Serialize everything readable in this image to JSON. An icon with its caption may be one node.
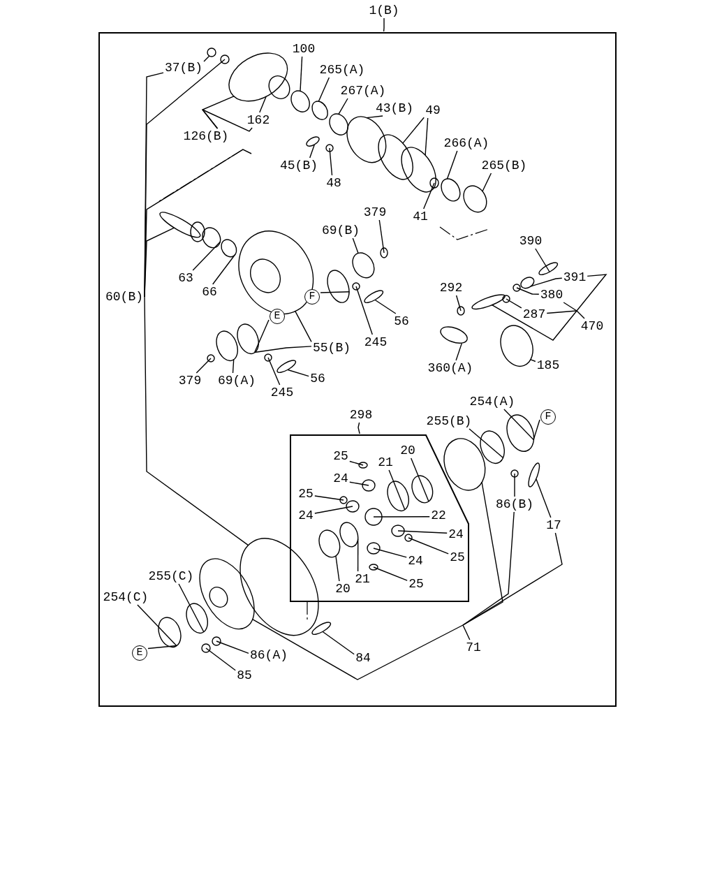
{
  "diagram": {
    "nodes": [
      {
        "text": [
          "1(B)"
        ]
      },
      {
        "text": [],
        "shape": "box"
      },
      {
        "text": [
          "37(B)"
        ],
        "in": 1
      },
      {
        "text": [
          "100"
        ],
        "in": 1
      },
      {
        "text": [
          "265(A)"
        ],
        "in": 1
      },
      {
        "text": [
          "267(A)"
        ],
        "in": 1
      },
      {
        "text": [
          "43(B)"
        ],
        "in": 1
      },
      {
        "text": [
          "49"
        ],
        "in": 1
      },
      {
        "text": [
          "126(B)"
        ],
        "in": 1
      },
      {
        "text": [
          "162"
        ],
        "in": 1
      },
      {
        "text": [
          "45(B)"
        ],
        "in": 1
      },
      {
        "text": [
          "48"
        ],
        "in": 1
      },
      {
        "text": [
          "266(A)"
        ],
        "in": 1
      },
      {
        "text": [
          "265(B)"
        ],
        "in": 1
      },
      {
        "text": [
          "41"
        ],
        "in": 1
      },
      {
        "text": [
          "379"
        ],
        "in": 1
      },
      {
        "text": [
          "69(B)"
        ],
        "in": 1
      },
      {
        "text": [
          "60(B)"
        ],
        "in": 1
      },
      {
        "text": [
          "63"
        ],
        "in": 1
      },
      {
        "text": [
          "66"
        ],
        "in": 1
      },
      {
        "text": [
          "F"
        ],
        "in": 1
      },
      {
        "text": [
          "55(B)"
        ],
        "in": 1
      },
      {
        "text": [
          "245"
        ],
        "in": 1
      },
      {
        "text": [
          "56"
        ],
        "in": 1
      },
      {
        "text": [
          "E"
        ],
        "in": 1
      },
      {
        "text": [
          "379"
        ],
        "in": 1
      },
      {
        "text": [
          "69(A)"
        ],
        "in": 1
      },
      {
        "text": [
          "245"
        ],
        "in": 1
      },
      {
        "text": [
          "56"
        ],
        "in": 1
      },
      {
        "text": [
          "390"
        ],
        "in": 1
      },
      {
        "text": [
          "391"
        ],
        "in": 1
      },
      {
        "text": [
          "380"
        ],
        "in": 1
      },
      {
        "text": [
          "287"
        ],
        "in": 1
      },
      {
        "text": [
          "470"
        ],
        "in": 1
      },
      {
        "text": [
          "292"
        ],
        "in": 1
      },
      {
        "text": [
          "360(A)"
        ],
        "in": 1
      },
      {
        "text": [
          "185"
        ],
        "in": 1
      },
      {
        "text": [
          "298"
        ],
        "in": 1
      },
      {
        "text": [],
        "shape": "box",
        "in": 1
      },
      {
        "text": [
          "25"
        ],
        "in": 38
      },
      {
        "text": [
          "24"
        ],
        "in": 38
      },
      {
        "text": [
          "21"
        ],
        "in": 38
      },
      {
        "text": [
          "20"
        ],
        "in": 38
      },
      {
        "text": [
          "25"
        ],
        "in": 38
      },
      {
        "text": [
          "24"
        ],
        "in": 38
      },
      {
        "text": [
          "22"
        ],
        "in": 38
      },
      {
        "text": [
          "24"
        ],
        "in": 38
      },
      {
        "text": [
          "25"
        ],
        "in": 38
      },
      {
        "text": [
          "24"
        ],
        "in": 38
      },
      {
        "text": [
          "25"
        ],
        "in": 38
      },
      {
        "text": [
          "20"
        ],
        "in": 38
      },
      {
        "text": [
          "21"
        ],
        "in": 38
      },
      {
        "text": [
          "254(A)"
        ],
        "in": 1
      },
      {
        "text": [
          "F"
        ],
        "in": 1
      },
      {
        "text": [
          "255(B)"
        ],
        "in": 1
      },
      {
        "text": [
          "86(B)"
        ],
        "in": 1
      },
      {
        "text": [
          "17"
        ],
        "in": 1
      },
      {
        "text": [
          "254(C)"
        ],
        "in": 1
      },
      {
        "text": [
          "255(C)"
        ],
        "in": 1
      },
      {
        "text": [
          "E"
        ],
        "in": 1
      },
      {
        "text": [
          "86(A)"
        ],
        "in": 1
      },
      {
        "text": [
          "85"
        ],
        "in": 1
      },
      {
        "text": [
          "84"
        ],
        "in": 1
      },
      {
        "text": [
          "71"
        ],
        "in": 1
      },
      {
        "text": [],
        "shape": "circle",
        "in": 1
      },
      {
        "text": [],
        "shape": "circle",
        "in": 1
      },
      {
        "text": [],
        "shape": "circle",
        "in": 1
      },
      {
        "text": [],
        "shape": "circle",
        "in": 1
      },
      {
        "text": [],
        "shape": "circle",
        "in": 1
      },
      {
        "text": [],
        "shape": "circle",
        "in": 1
      },
      {
        "text": [],
        "shape": "circle",
        "in": 1
      },
      {
        "text": [],
        "shape": "circle",
        "in": 1
      },
      {
        "text": [],
        "shape": "circle",
        "in": 1
      },
      {
        "text": [],
        "shape": "circle",
        "in": 1
      },
      {
        "text": [],
        "shape": "circle",
        "in": 1
      },
      {
        "text": [],
        "shape": "circle",
        "in": 1
      },
      {
        "text": [],
        "shape": "circle",
        "in": 1
      },
      {
        "text": [],
        "shape": "circle",
        "in": 1
      },
      {
        "text": [],
        "shape": "circle",
        "in": 1
      },
      {
        "text": [],
        "shape": "circle",
        "in": 1
      },
      {
        "text": [],
        "shape": "circle",
        "in": 1
      },
      {
        "text": [],
        "shape": "circle",
        "in": 1
      },
      {
        "text": [],
        "shape": "circle",
        "in": 1
      },
      {
        "text": [],
        "shape": "circle",
        "in": 1
      },
      {
        "text": [],
        "shape": "circle",
        "in": 1
      },
      {
        "text": [],
        "shape": "circle",
        "in": 1
      },
      {
        "text": [],
        "shape": "circle",
        "in": 1
      },
      {
        "text": [],
        "shape": "circle",
        "in": 1
      },
      {
        "text": [],
        "shape": "circle",
        "in": 1
      },
      {
        "text": [],
        "shape": "circle",
        "in": 1
      },
      {
        "text": [],
        "shape": "circle",
        "in": 1
      },
      {
        "text": [],
        "shape": "circle",
        "in": 1
      },
      {
        "text": [],
        "shape": "circle",
        "in": 1
      },
      {
        "text": [],
        "shape": "circle",
        "in": 1
      },
      {
        "text": [],
        "shape": "circle",
        "in": 1
      },
      {
        "text": [],
        "shape": "circle",
        "in": 1
      },
      {
        "text": [],
        "shape": "circle",
        "in": 1
      },
      {
        "text": [],
        "shape": "circle",
        "in": 1
      },
      {
        "text": [],
        "shape": "circle",
        "in": 1
      },
      {
        "text": [],
        "shape": "circle",
        "in": 1
      },
      {
        "text": [],
        "shape": "circle",
        "in": 1
      },
      {
        "text": [],
        "shape": "circle",
        "in": 38
      },
      {
        "text": [],
        "shape": "circle",
        "in": 38
      },
      {
        "text": [],
        "shape": "circle",
        "in": 38
      },
      {
        "text": [],
        "shape": "circle",
        "in": 38
      },
      {
        "text": [],
        "shape": "circle",
        "in": 38
      },
      {
        "text": [],
        "shape": "circle",
        "in": 38
      },
      {
        "text": [],
        "shape": "circle",
        "in": 38
      },
      {
        "text": [],
        "shape": "circle",
        "in": 38
      },
      {
        "text": [],
        "shape": "circle",
        "in": 38
      },
      {
        "text": [],
        "shape": "circle",
        "in": 38
      },
      {
        "text": [],
        "shape": "circle",
        "in": 38
      },
      {
        "text": [],
        "shape": "circle",
        "in": 38
      },
      {
        "text": [],
        "shape": "circle",
        "in": 38
      },
      {
        "text": [],
        "shape": "circle",
        "in": 1
      },
      {
        "text": [],
        "shape": "circle",
        "in": 1
      },
      {
        "text": [],
        "shape": "circle",
        "in": 1
      },
      {
        "text": [],
        "shape": "circle",
        "in": 1
      },
      {
        "text": [],
        "shape": "circle",
        "in": 1
      },
      {
        "text": [],
        "shape": "circle",
        "in": 1
      },
      {
        "text": [],
        "shape": "circle",
        "in": 1
      },
      {
        "text": [],
        "shape": "circle",
        "in": 1
      },
      {
        "text": [],
        "shape": "circle",
        "in": 1
      },
      {
        "text": [],
        "shape": "circle",
        "in": 1
      },
      {
        "text": [],
        "shape": "circle",
        "in": 1
      }
    ],
    "edges": [
      {
        "from": 0,
        "to": 1,
        "arrow": "none"
      },
      {
        "from": 2,
        "to": 64,
        "arrow": "none"
      },
      {
        "from": 3,
        "to": 65,
        "arrow": "none"
      },
      {
        "from": 4,
        "to": 66,
        "arrow": "none"
      },
      {
        "from": 5,
        "to": 67,
        "arrow": "none"
      },
      {
        "from": 6,
        "to": 68,
        "arrow": "none"
      },
      {
        "from": 7,
        "to": 69,
        "arrow": "none"
      },
      {
        "from": 7,
        "to": 70,
        "arrow": "none"
      },
      {
        "from": 8,
        "to": 71,
        "arrow": "none"
      },
      {
        "from": 8,
        "to": 9,
        "arrow": "none"
      },
      {
        "from": 9,
        "to": 71,
        "arrow": "none"
      },
      {
        "from": 10,
        "to": 72,
        "arrow": "none"
      },
      {
        "from": 11,
        "to": 73,
        "arrow": "none"
      },
      {
        "from": 12,
        "to": 74,
        "arrow": "none"
      },
      {
        "from": 13,
        "to": 75,
        "arrow": "none"
      },
      {
        "from": 14,
        "to": 76,
        "arrow": "none"
      },
      {
        "from": 15,
        "to": 77,
        "arrow": "none"
      },
      {
        "from": 16,
        "to": 78,
        "arrow": "none"
      },
      {
        "from": 17,
        "to": 2,
        "arrow": "none"
      },
      {
        "from": 17,
        "to": 79,
        "arrow": "none"
      },
      {
        "from": 17,
        "to": null,
        "arrow": "none"
      },
      {
        "from": 17,
        "to": 80,
        "arrow": "none"
      },
      {
        "from": 17,
        "to": 81,
        "arrow": "none"
      },
      {
        "from": 18,
        "to": 82,
        "arrow": "none"
      },
      {
        "from": 19,
        "to": 83,
        "arrow": "none"
      },
      {
        "from": 20,
        "to": 84,
        "arrow": "none"
      },
      {
        "from": 21,
        "to": 85,
        "arrow": "none"
      },
      {
        "from": 21,
        "to": 86,
        "arrow": "none"
      },
      {
        "from": 22,
        "to": 87,
        "arrow": "none"
      },
      {
        "from": 23,
        "to": 88,
        "arrow": "none"
      },
      {
        "from": 24,
        "to": 86,
        "arrow": "none"
      },
      {
        "from": 25,
        "to": 89,
        "arrow": "none"
      },
      {
        "from": 26,
        "to": 90,
        "arrow": "none"
      },
      {
        "from": 27,
        "to": 91,
        "arrow": "none"
      },
      {
        "from": 28,
        "to": 92,
        "arrow": "none"
      },
      {
        "from": 29,
        "to": 93,
        "arrow": "none"
      },
      {
        "from": 30,
        "to": 94,
        "arrow": "none"
      },
      {
        "from": 31,
        "to": 95,
        "arrow": "none"
      },
      {
        "from": 32,
        "to": 96,
        "arrow": "none"
      },
      {
        "from": 33,
        "to": 30,
        "arrow": "none"
      },
      {
        "from": 33,
        "to": 31,
        "arrow": "none"
      },
      {
        "from": 33,
        "to": 32,
        "arrow": "none"
      },
      {
        "from": 33,
        "to": 97,
        "arrow": "none"
      },
      {
        "from": 34,
        "to": 98,
        "arrow": "none"
      },
      {
        "from": 35,
        "to": 99,
        "arrow": "none"
      },
      {
        "from": 36,
        "to": 100,
        "arrow": "none"
      },
      {
        "from": 37,
        "to": 38,
        "arrow": "none"
      },
      {
        "from": 39,
        "to": 101,
        "arrow": "none"
      },
      {
        "from": 40,
        "to": 102,
        "arrow": "none"
      },
      {
        "from": 41,
        "to": 103,
        "arrow": "none"
      },
      {
        "from": 42,
        "to": 104,
        "arrow": "none"
      },
      {
        "from": 43,
        "to": 105,
        "arrow": "none"
      },
      {
        "from": 44,
        "to": 106,
        "arrow": "none"
      },
      {
        "from": 45,
        "to": 107,
        "arrow": "none"
      },
      {
        "from": 46,
        "to": 108,
        "arrow": "none"
      },
      {
        "from": 47,
        "to": 109,
        "arrow": "none"
      },
      {
        "from": 48,
        "to": 110,
        "arrow": "none"
      },
      {
        "from": 49,
        "to": 111,
        "arrow": "none"
      },
      {
        "from": 50,
        "to": 112,
        "arrow": "none"
      },
      {
        "from": 51,
        "to": 113,
        "arrow": "none"
      },
      {
        "from": 52,
        "to": 114,
        "arrow": "none"
      },
      {
        "from": 53,
        "to": 114,
        "arrow": "none"
      },
      {
        "from": 54,
        "to": 115,
        "arrow": "none"
      },
      {
        "from": 55,
        "to": 116,
        "arrow": "none"
      },
      {
        "from": 56,
        "to": 117,
        "arrow": "none"
      },
      {
        "from": 57,
        "to": 118,
        "arrow": "none"
      },
      {
        "from": 58,
        "to": 119,
        "arrow": "none"
      },
      {
        "from": 59,
        "to": 118,
        "arrow": "none"
      },
      {
        "from": 60,
        "to": 120,
        "arrow": "none"
      },
      {
        "from": 61,
        "to": 121,
        "arrow": "none"
      },
      {
        "from": 62,
        "to": 122,
        "arrow": "none"
      },
      {
        "from": 63,
        "to": 123,
        "arrow": "none"
      },
      {
        "from": 63,
        "to": 55,
        "arrow": "none"
      },
      {
        "from": 63,
        "to": 56,
        "arrow": "none"
      },
      {
        "from": 63,
        "to": 124,
        "arrow": "none"
      }
    ]
  }
}
